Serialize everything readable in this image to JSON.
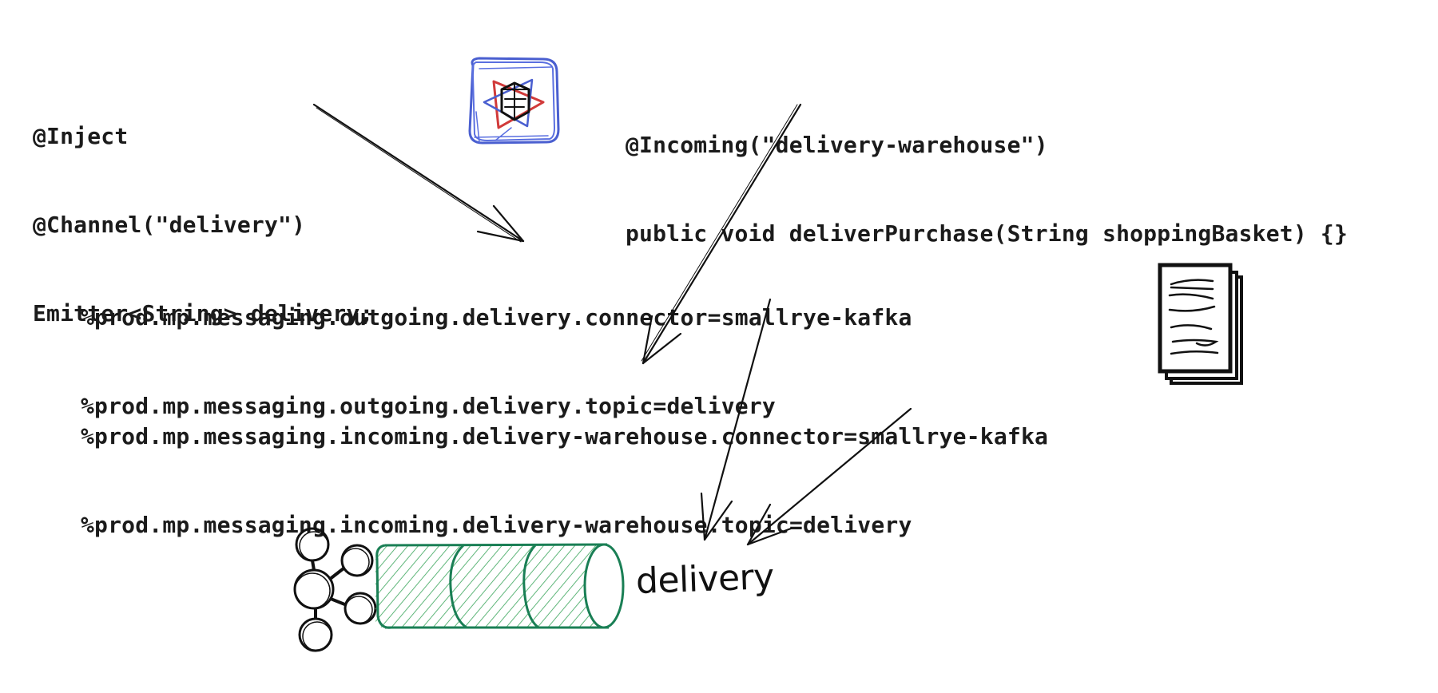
{
  "diagram": {
    "producer_code": {
      "lines": [
        "@Inject",
        "@Channel(\"delivery\")",
        "Emitter<String> delivery;"
      ]
    },
    "consumer_code": {
      "lines": [
        "@Incoming(\"delivery-warehouse\")",
        "public void deliverPurchase(String shoppingBasket) {}"
      ]
    },
    "outgoing_config": {
      "lines": [
        "%prod.mp.messaging.outgoing.delivery.connector=smallrye-kafka",
        "%prod.mp.messaging.outgoing.delivery.topic=delivery"
      ]
    },
    "incoming_config": {
      "lines": [
        "%prod.mp.messaging.incoming.delivery-warehouse.connector=smallrye-kafka",
        "%prod.mp.messaging.incoming.delivery-warehouse.topic=delivery"
      ]
    },
    "topic_label": "delivery",
    "icons": {
      "framework_logo": "quarkus-logo-icon",
      "config_file": "document-stack-icon",
      "broker": "kafka-logo-icon",
      "topic": "topic-cylinder-icon"
    },
    "colors": {
      "text": "#1b1b1b",
      "logo_blue": "#4a5fd0",
      "logo_red": "#d13a3a",
      "cylinder_stroke": "#1a7f55",
      "cylinder_hatch": "#5fb67a"
    }
  }
}
